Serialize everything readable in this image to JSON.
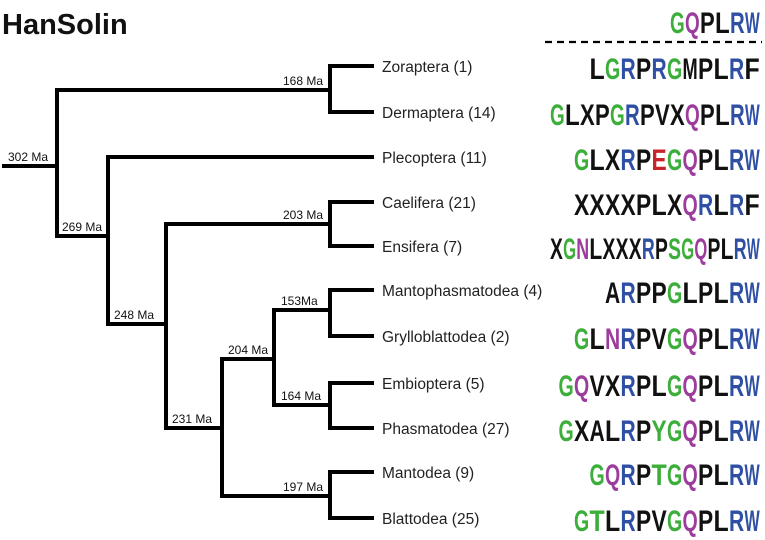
{
  "title": "HanSolin",
  "consensus": "GQPLRW",
  "colors": {
    "G": "#3cae3a",
    "Q": "#9c3c9c",
    "N": "#9c3c9c",
    "S": "#3cae3a",
    "T": "#3cae3a",
    "R": "#2e4fa3",
    "K": "#2e4fa3",
    "W": "#2e4fa3",
    "P": "#111111",
    "L": "#111111",
    "V": "#111111",
    "X": "#111111",
    "F": "#111111",
    "A": "#111111",
    "M": "#111111",
    "I": "#111111",
    "Y": "#3cae3a",
    "E": "#c8242b",
    "D": "#c8242b"
  },
  "nodes": [
    {
      "label": "302 Ma"
    },
    {
      "label": "269 Ma"
    },
    {
      "label": "248 Ma"
    },
    {
      "label": "231 Ma"
    },
    {
      "label": "204 Ma"
    },
    {
      "label": "203 Ma"
    },
    {
      "label": "197 Ma"
    },
    {
      "label": "168 Ma"
    },
    {
      "label": "164 Ma"
    },
    {
      "label": "153Ma"
    }
  ],
  "taxa": [
    {
      "name": "Zoraptera (1)",
      "motif": "LGRPRGMPLRF"
    },
    {
      "name": "Dermaptera (14)",
      "motif": "GLXPGRPVXQPLRW"
    },
    {
      "name": "Plecoptera (11)",
      "motif": "GLXRPEGQPLRW"
    },
    {
      "name": "Caelifera (21)",
      "motif": "XXXXPLXQRLRF"
    },
    {
      "name": "Ensifera (7)",
      "motif": "XGNLXXXRPSGQPLRW"
    },
    {
      "name": "Mantophasmatodea (4)",
      "motif": "ARPPGLPLRW"
    },
    {
      "name": "Grylloblattodea (2)",
      "motif": "GLNRPVGQPLRW"
    },
    {
      "name": "Embioptera (5)",
      "motif": "GQVXRPLGQPLRW"
    },
    {
      "name": "Phasmatodea (27)",
      "motif": "GXALRPYGQPLRW"
    },
    {
      "name": "Mantodea (9)",
      "motif": "GQRPTGQPLRW"
    },
    {
      "name": "Blattodea (25)",
      "motif": "GTLRPVGQPLRW"
    }
  ]
}
